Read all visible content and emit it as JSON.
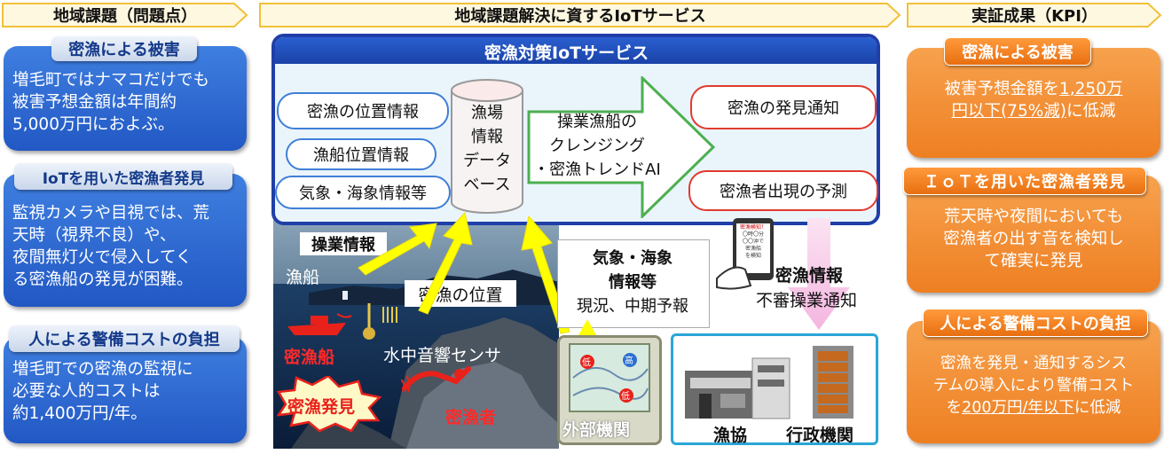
{
  "headers": {
    "left": "地域課題（問題点）",
    "center": "地域課題解決に資するIoTサービス",
    "right": "実証成果（KPI）"
  },
  "left": [
    {
      "tag": "密漁による被害",
      "lines": [
        "増毛町ではナマコだけでも",
        "被害予想金額は年間約",
        "5,000万円におよぶ。"
      ]
    },
    {
      "tag": "IoTを用いた密漁者発見",
      "lines": [
        "監視カメラや目視では、荒",
        "天時（視界不良）や、",
        "夜間無灯火で侵入してく",
        "る密漁船の発見が困難。"
      ]
    },
    {
      "tag": "人による警備コストの負担",
      "lines": [
        "増毛町での密漁の監視に",
        "必要な人的コストは",
        "約1,400万円/年。"
      ]
    }
  ],
  "right": [
    {
      "tag": "密漁による被害",
      "lines": [
        [
          {
            "t": "被害予想金額を"
          },
          {
            "t": "1,250万",
            "u": true
          }
        ],
        [
          {
            "t": "円以下(75%減)",
            "u": true
          },
          {
            "t": "に低減"
          }
        ]
      ]
    },
    {
      "tag": "ＩｏＴを用いた密漁者発見",
      "lines": [
        [
          {
            "t": "荒天時や夜間においても"
          }
        ],
        [
          {
            "t": "密漁者の出す音を検知し"
          }
        ],
        [
          {
            "t": "て確実に発見"
          }
        ]
      ]
    },
    {
      "tag": "人による警備コストの負担",
      "lines": [
        [
          {
            "t": "密漁を発見・通知するシス"
          }
        ],
        [
          {
            "t": "テムの導入により警備コスト"
          }
        ],
        [
          {
            "t": "を"
          },
          {
            "t": "200万円/年以下",
            "u": true
          },
          {
            "t": "に低減"
          }
        ]
      ]
    }
  ],
  "center": {
    "service_title": "密漁対策IoTサービス",
    "inputs": [
      "密漁の位置情報",
      "漁船位置情報",
      "気象・海象情報等"
    ],
    "database": [
      "漁場",
      "情報",
      "データ",
      "ベース"
    ],
    "process": [
      "操業漁船の",
      "クレンジング",
      "・密漁トレンドAI"
    ],
    "outputs": [
      "密漁の発見通知",
      "密漁者出現の予測"
    ],
    "photo_labels": {
      "operation_info": "操業情報",
      "fishing_boat": "漁船",
      "poaching_boat": "密漁船",
      "poaching_found": "密漁発見",
      "poaching_position": "密漁の位置",
      "hydrophone": "水中音響センサ",
      "poacher": "密漁者"
    },
    "weather_box": [
      "気象・海象",
      "情報等",
      "現況、中期予報"
    ],
    "external": "外部機関",
    "weather_map_marks": [
      "低",
      "高",
      "低"
    ],
    "notify": [
      "密漁情報",
      "不審操業通知"
    ],
    "phone_text": [
      "密漁検知！",
      "〇時〇分",
      "〇〇沖で",
      "密漁船",
      "を検知"
    ],
    "orgs": [
      "漁協",
      "行政機関"
    ]
  }
}
